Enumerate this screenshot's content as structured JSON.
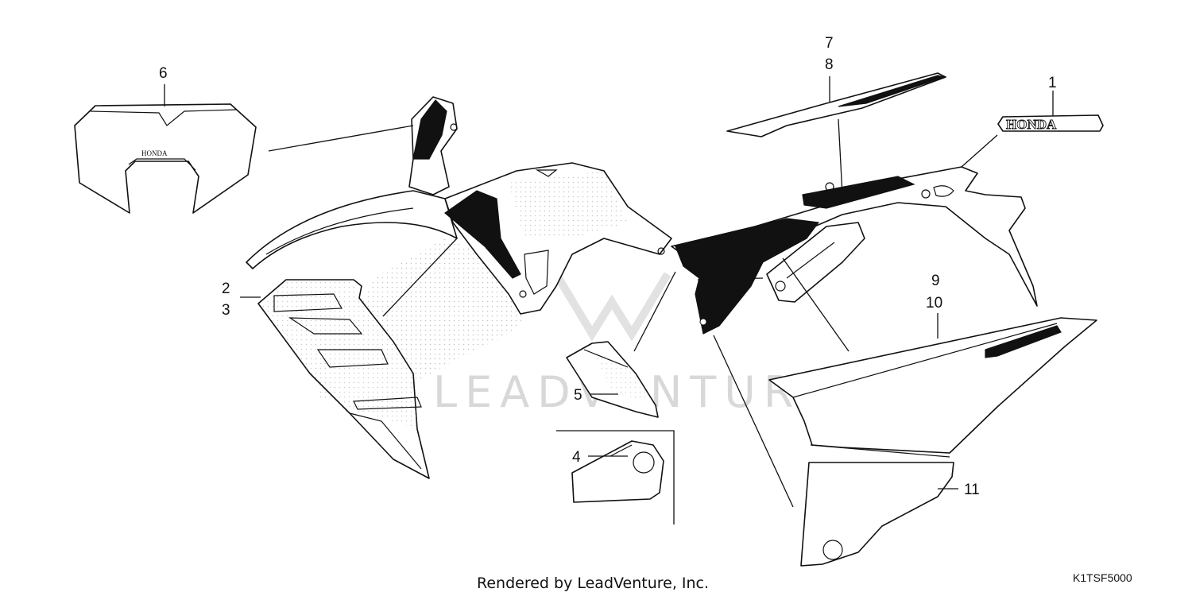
{
  "diagram": {
    "callouts": {
      "c1": "1",
      "c2": "2",
      "c3": "3",
      "c4": "4",
      "c5": "5",
      "c6": "6",
      "c7": "7",
      "c8": "8",
      "c9": "9",
      "c10": "10",
      "c11": "11"
    },
    "logo_text": "HONDA",
    "watermark": "LEADVENTURE",
    "footer": "Rendered by LeadVenture, Inc.",
    "code": "K1TSF5000"
  }
}
